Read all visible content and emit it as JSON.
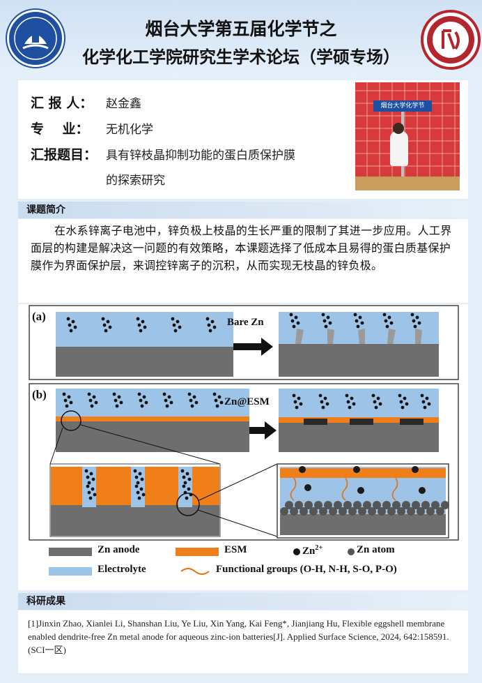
{
  "header": {
    "title_line1": "烟台大学第五届化学节之",
    "title_line2": "化学化工学院研究生学术论坛（学硕专场）",
    "left_logo_name": "yantai-university-logo",
    "right_logo_name": "chemistry-college-logo"
  },
  "info": {
    "reporter_label": "汇 报 人：",
    "reporter_value": "赵金鑫",
    "major_label": "专    业：",
    "major_value": "无机化学",
    "topic_label": "汇报题目：",
    "topic_line1": "具有锌枝晶抑制功能的蛋白质保护膜",
    "topic_line2": "的探索研究",
    "photo_sign": "烟台大学化学节"
  },
  "section_intro": {
    "heading": "课题简介",
    "paragraph": "在水系锌离子电池中，锌负极上枝晶的生长严重的限制了其进一步应用。人工界面层的构建是解决这一问题的有效策略，本课题选择了低成本且易得的蛋白质基保护膜作为界面保护层，来调控锌离子的沉积，从而实现无枝晶的锌负极。"
  },
  "figure": {
    "panel_a_label": "(a)",
    "panel_b_label": "(b)",
    "arrow_a_label": "Bare Zn",
    "arrow_b_label": "Zn@ESM",
    "legend": {
      "zn_anode": "Zn anode",
      "esm": "ESM",
      "zn2": "Zn",
      "zn2_sup": "2+",
      "zn_atom": "Zn atom",
      "electrolyte": "Electrolyte",
      "functional": "Functional groups (O-H, N-H, S-O, P-O)"
    },
    "colors": {
      "electrolyte": "#9dc3e6",
      "anode": "#6e6e6e",
      "esm": "#f07f1a",
      "ion": "#111111"
    }
  },
  "section_results": {
    "heading": "科研成果",
    "reference": "[1]Jinxin Zhao, Xianlei Li, Shanshan Liu, Ye Liu, Xin Yang, Kai Feng*, Jianjiang Hu, Flexible eggshell membrane enabled dendrite-free Zn metal anode for aqueous zinc-ion batteries[J]. Applied Surface Science, 2024, 642:158591. (SCI一区)"
  }
}
